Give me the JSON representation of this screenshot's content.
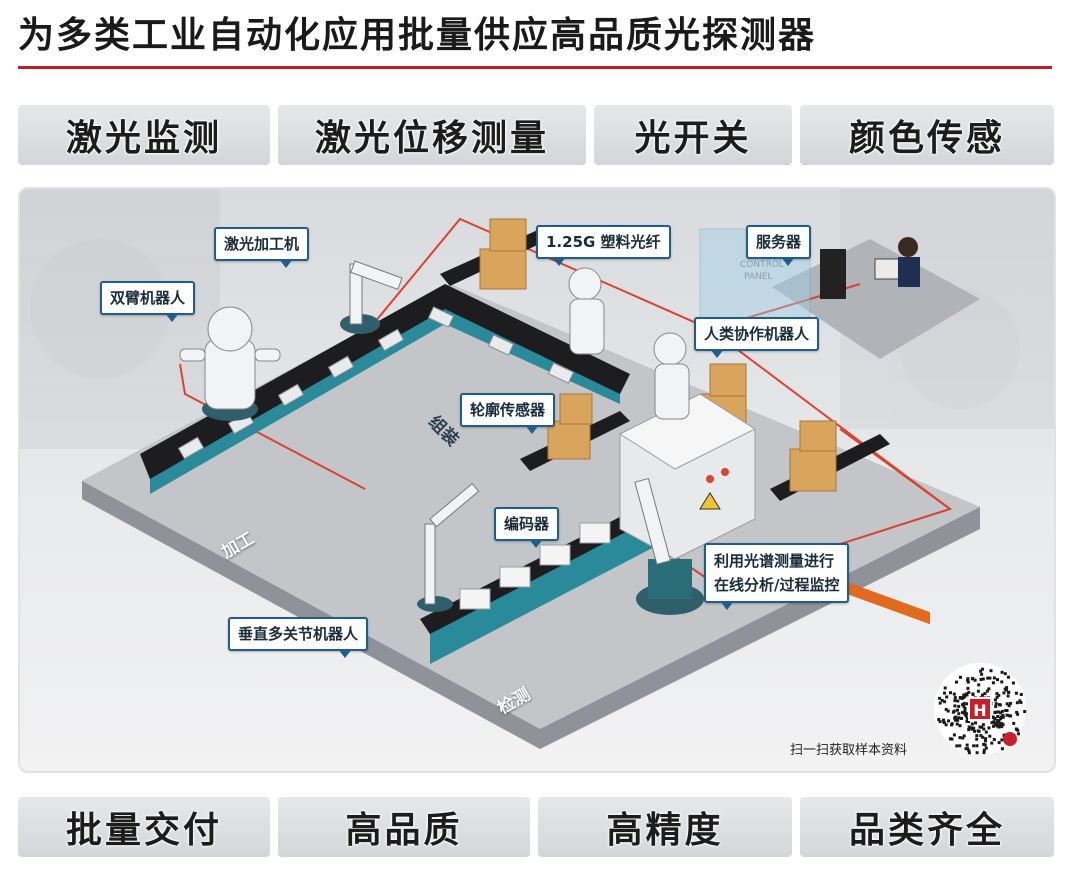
{
  "title": "为多类工业自动化应用批量供应高品质光探测器",
  "top_tags": [
    "激光监测",
    "激光位移测量",
    "光开关",
    "颜色传感"
  ],
  "bottom_tags": [
    "批量交付",
    "高品质",
    "高精度",
    "品类齐全"
  ],
  "callouts": {
    "laser_machine": "激光加工机",
    "dual_arm": "双臂机器人",
    "fiber": "1.25G 塑料光纤",
    "server": "服务器",
    "cobot": "人类协作机器人",
    "contour_sensor": "轮廓传感器",
    "encoder": "编码器",
    "spectral_line1": "利用光谱测量进行",
    "spectral_line2": "在线分析/过程监控",
    "vertical_robot": "垂直多关节机器人"
  },
  "zones": {
    "assembly": "组装",
    "processing": "加工",
    "inspection": "检测"
  },
  "panel_text": {
    "line1": "CONTROL",
    "line2": "PANEL"
  },
  "qr": {
    "logo": "H",
    "caption": "扫一扫获取样本资料"
  },
  "colors": {
    "accent": "#b8202a",
    "callout_border": "#1e5d8c",
    "conveyor_teal": "#2a8a99",
    "wire_red": "#d9432f"
  }
}
